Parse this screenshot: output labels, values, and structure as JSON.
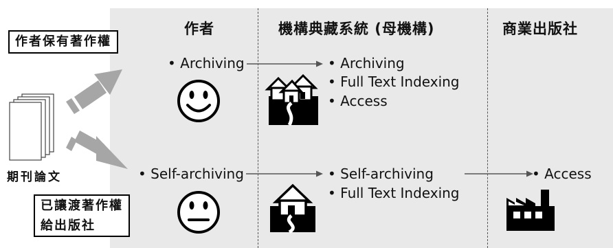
{
  "columns": {
    "author": "作者",
    "repository": "機構典藏系統 (母機構)",
    "publisher": "商業出版社"
  },
  "boxes": {
    "author_keeps_copyright": "作者保有著作權",
    "transferred_copyright_line1": "已讓渡著作權",
    "transferred_copyright_line2": "給出版社"
  },
  "journal_article_label": "期刊論文",
  "row1": {
    "author_item": "• Archiving",
    "repository_items": [
      "• Archiving",
      "• Full Text Indexing",
      "• Access"
    ]
  },
  "row2": {
    "author_item": "• Self-archiving",
    "repository_items": [
      "• Self-archiving",
      "• Full Text Indexing"
    ],
    "publisher_item": "• Access"
  },
  "icons": {
    "row1_face": "happy-face-icon",
    "row2_face": "neutral-face-icon",
    "row1_building": "houses-icon",
    "row2_building": "house-icon",
    "publisher_building": "factory-icon"
  },
  "colors": {
    "panel": "#e9e9e9",
    "arrow": "#a6a6a6",
    "line": "#555555"
  }
}
